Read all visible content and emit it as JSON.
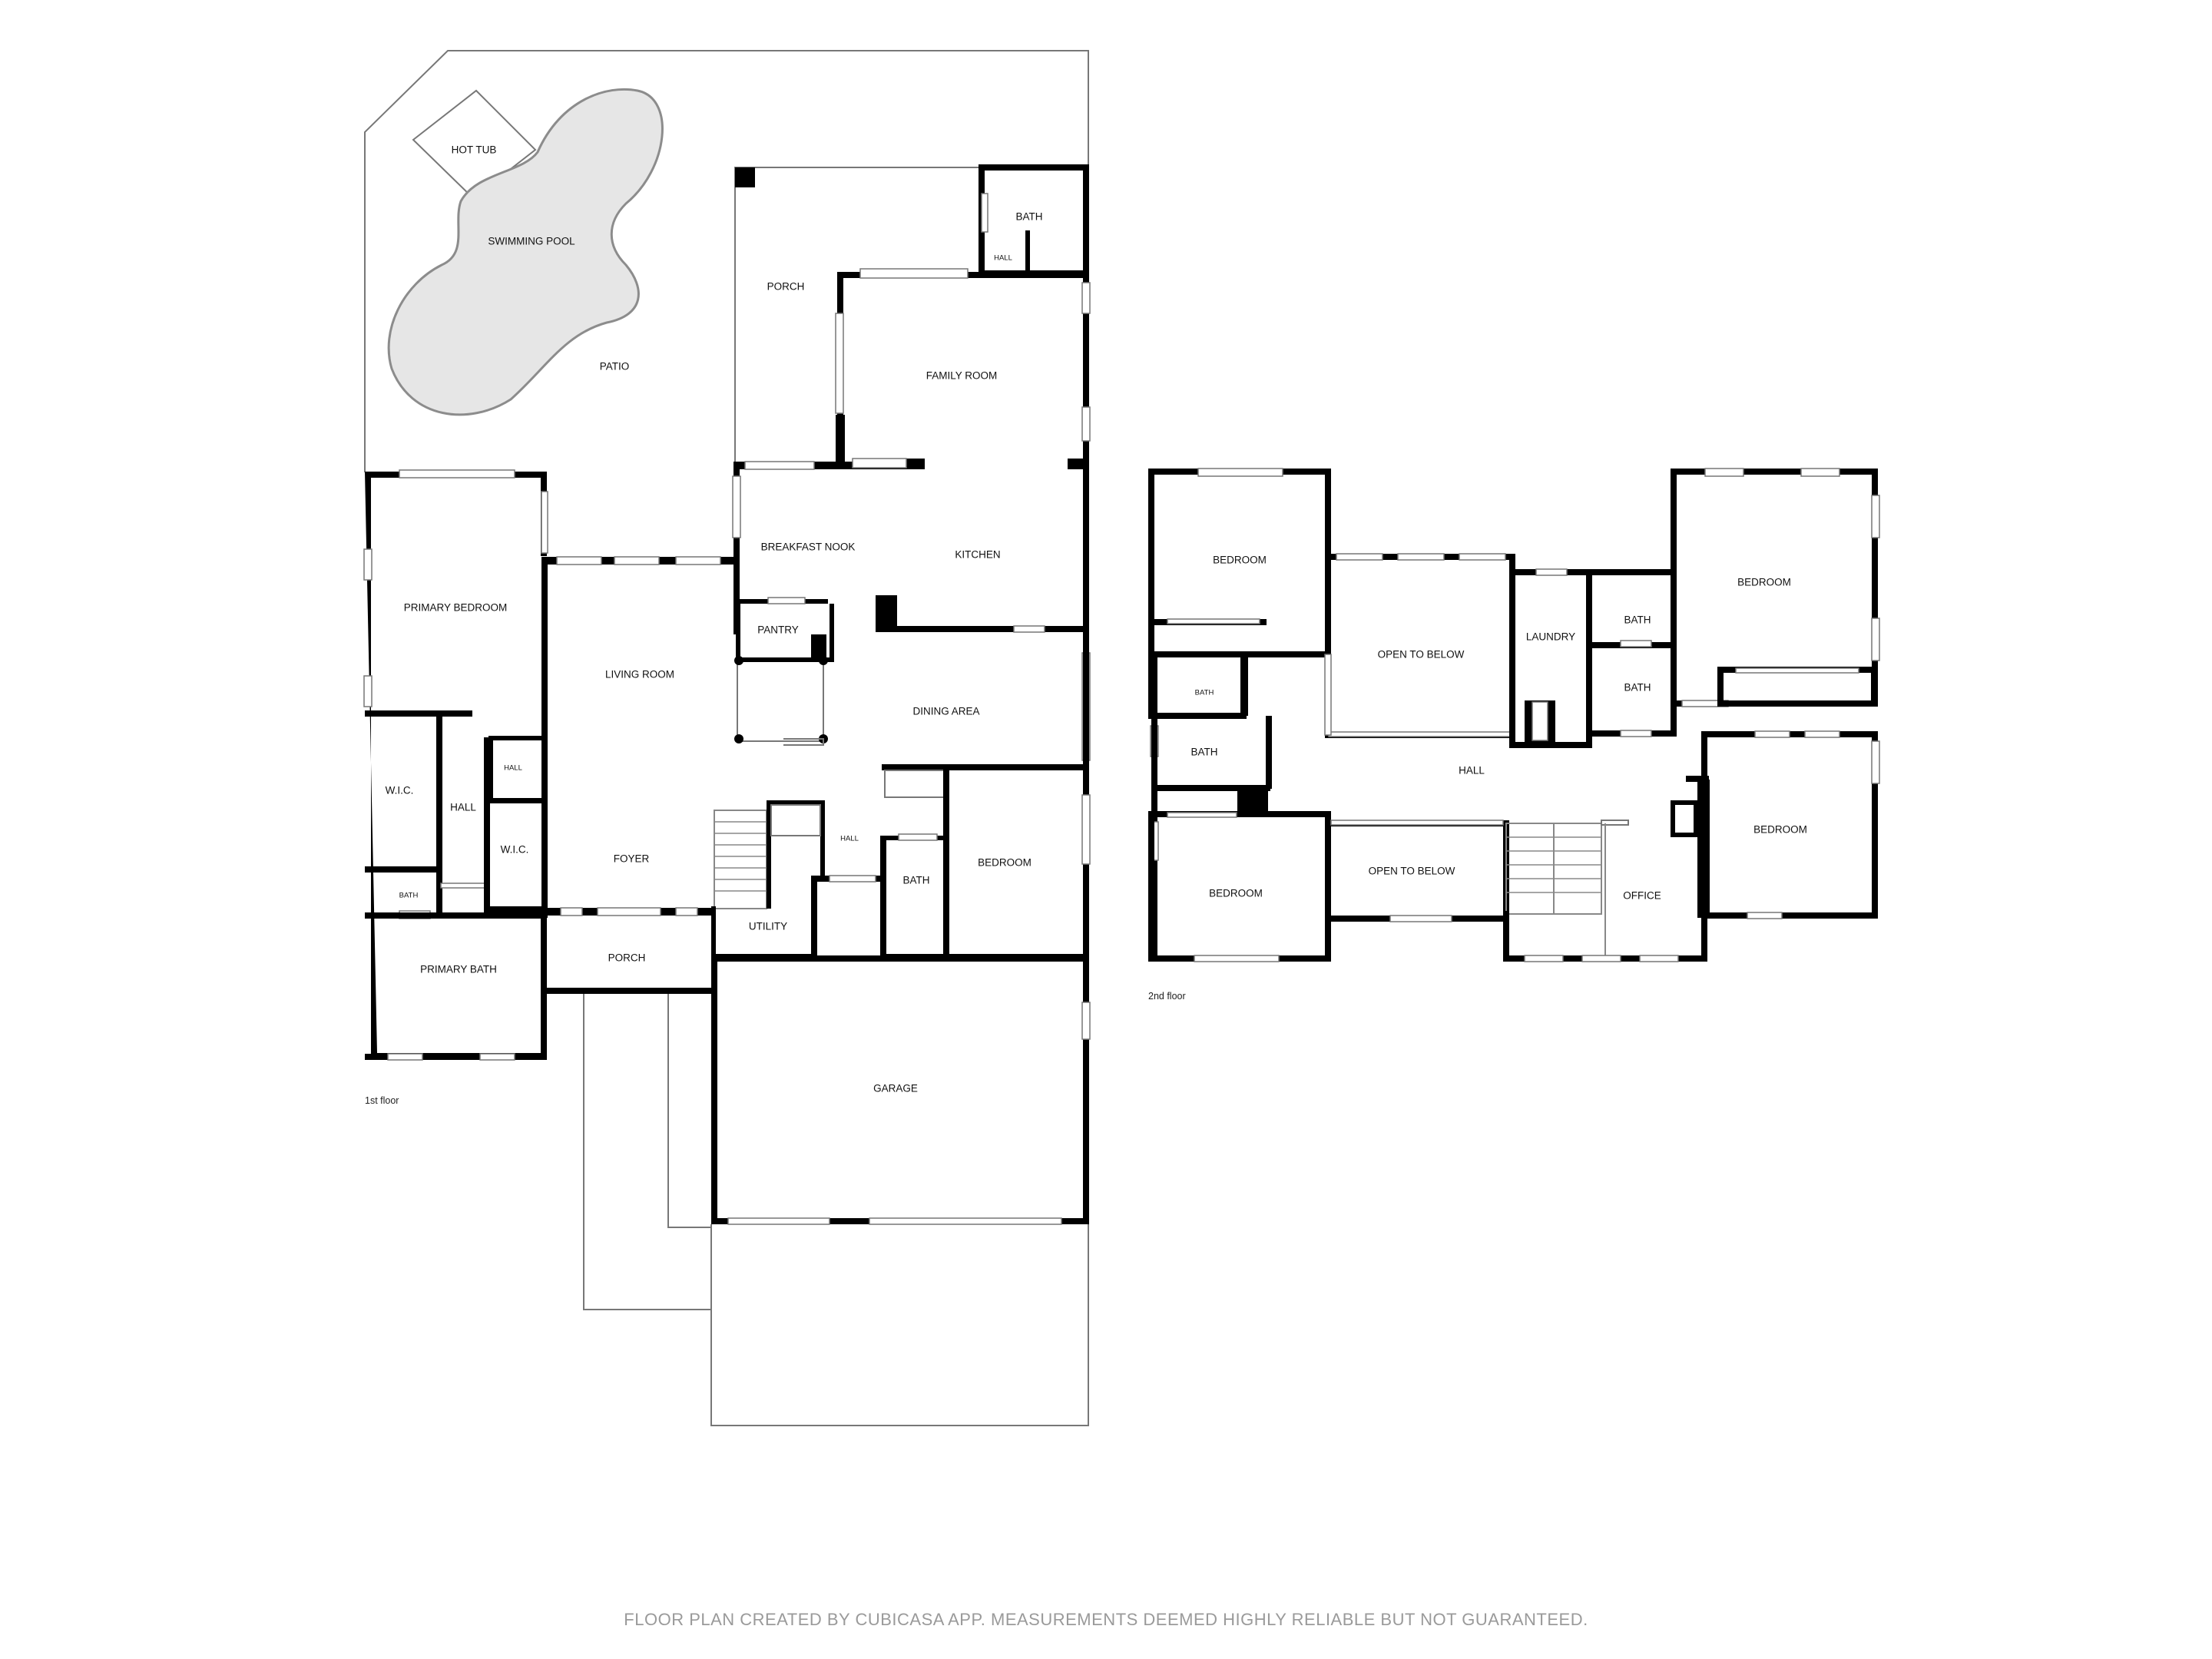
{
  "first_floor": {
    "floor_label": "1st floor",
    "rooms": {
      "hot_tub": "HOT TUB",
      "swimming_pool": "SWIMMING POOL",
      "patio": "PATIO",
      "porch_back": "PORCH",
      "bath_top": "BATH",
      "hall_top": "HALL",
      "family_room": "FAMILY ROOM",
      "breakfast_nook": "BREAKFAST NOOK",
      "kitchen": "KITCHEN",
      "pantry": "PANTRY",
      "primary_bedroom": "PRIMARY BEDROOM",
      "living_room": "LIVING ROOM",
      "dining_area": "DINING AREA",
      "wic_left": "W.I.C.",
      "hall_left": "HALL",
      "hall_small": "HALL",
      "wic_right": "W.I.C.",
      "foyer": "FOYER",
      "hall_center": "HALL",
      "bath_center": "BATH",
      "bedroom": "BEDROOM",
      "bath_small": "BATH",
      "utility": "UTILITY",
      "primary_bath": "PRIMARY BATH",
      "porch_front": "PORCH",
      "garage": "GARAGE"
    }
  },
  "second_floor": {
    "floor_label": "2nd floor",
    "rooms": {
      "bedroom_nw": "BEDROOM",
      "open_to_below_top": "OPEN TO BELOW",
      "laundry": "LAUNDRY",
      "bath_top": "BATH",
      "bath_mid": "BATH",
      "bedroom_ne": "BEDROOM",
      "bath_small": "BATH",
      "bath_left": "BATH",
      "hall": "HALL",
      "bedroom_sw": "BEDROOM",
      "open_to_below_bottom": "OPEN TO BELOW",
      "office": "OFFICE",
      "bedroom_se": "BEDROOM"
    }
  },
  "footer": "FLOOR PLAN CREATED BY CUBICASA APP. MEASUREMENTS DEEMED HIGHLY RELIABLE BUT NOT GUARANTEED.",
  "colors": {
    "wall": "#000000",
    "pool": "#e6e6e6",
    "footer_text": "#9a9a9a"
  }
}
